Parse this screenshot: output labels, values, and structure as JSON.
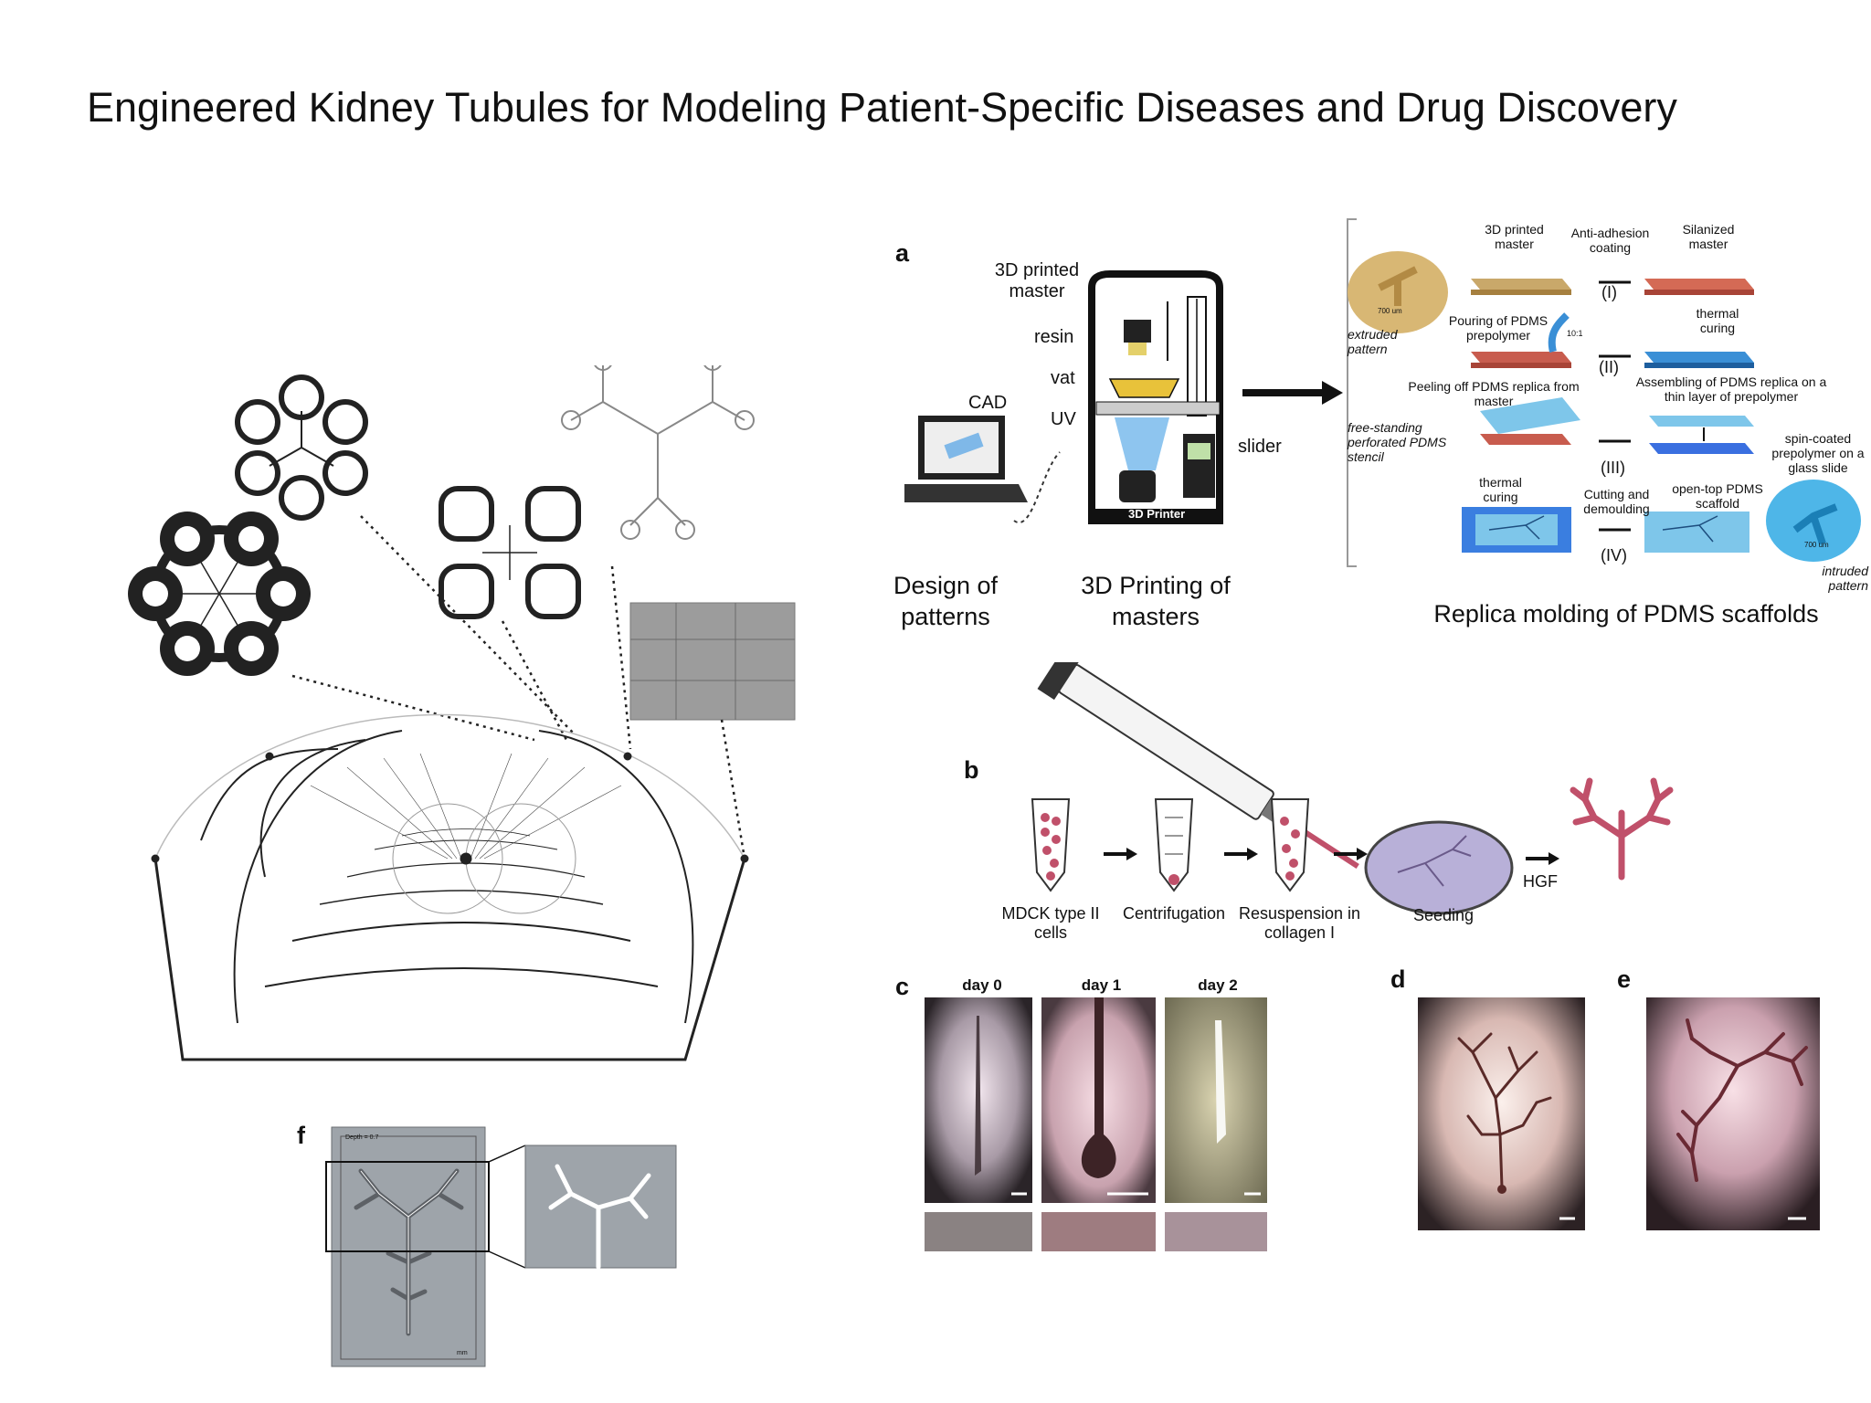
{
  "title": "Engineered Kidney Tubules for Modeling Patient-Specific Diseases and Drug Discovery",
  "panels": {
    "a": {
      "letter": "a",
      "labels": {
        "master_3d": "3D printed master",
        "resin": "resin",
        "vat": "vat",
        "uv": "UV",
        "cad": "CAD",
        "slider": "slider",
        "printer": "3D Printer"
      },
      "captions": {
        "design": "Design of patterns",
        "printing": "3D Printing of masters",
        "replica": "Replica molding of PDMS scaffolds"
      },
      "steps": {
        "printed_master": "3D printed master",
        "anti_adhesion": "Anti-adhesion coating",
        "silanized": "Silanized master",
        "step_I": "(I)",
        "scale_top": "700 um",
        "extruded": "extruded pattern",
        "pouring": "Pouring of PDMS prepolymer",
        "ratio": "10:1",
        "thermal_curing_1": "thermal curing",
        "step_II": "(II)",
        "peeling": "Peeling off PDMS replica from master",
        "assembling": "Assembling of PDMS replica on a thin layer of prepolymer",
        "free_standing": "free-standing perforated PDMS stencil",
        "step_III": "(III)",
        "spin_coated": "spin-coated prepolymer on a glass slide",
        "thermal_curing_2": "thermal curing",
        "cutting": "Cutting and demoulding",
        "open_top": "open-top PDMS scaffold",
        "step_IV": "(IV)",
        "scale_bottom": "700 um",
        "intruded": "intruded pattern"
      }
    },
    "b": {
      "letter": "b",
      "steps": [
        "MDCK type II cells",
        "Centrifugation",
        "Resuspension in collagen I",
        "Seeding"
      ],
      "hgf": "HGF"
    },
    "c": {
      "letter": "c",
      "days": [
        "day 0",
        "day 1",
        "day 2"
      ]
    },
    "d": {
      "letter": "d"
    },
    "e": {
      "letter": "e"
    },
    "f": {
      "letter": "f",
      "depth_label": "Depth = 0.7",
      "unit_label": "mm"
    }
  },
  "colors": {
    "tube_red": "#c0506a",
    "pdms_blue": "#3a8fd6",
    "master_red": "#c85c4e",
    "master_tan": "#c9a86a"
  }
}
